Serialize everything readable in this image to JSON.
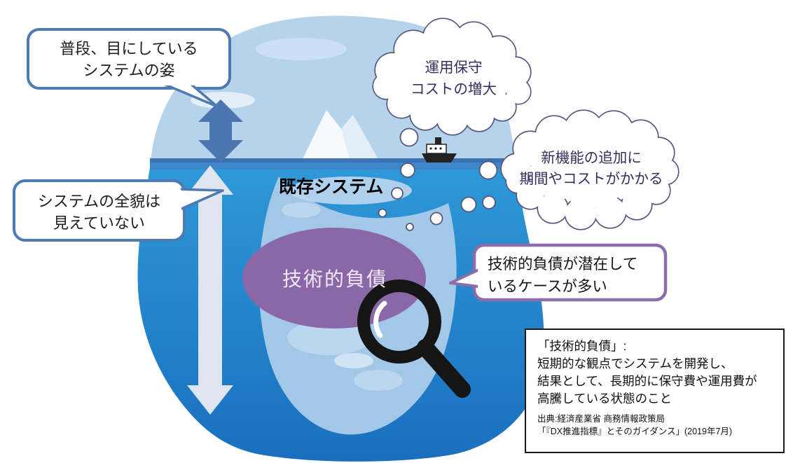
{
  "labels": {
    "usual_view": "普段、目にしている\nシステムの姿",
    "full_picture": "システムの全貌は\n見えていない",
    "cloud_maintenance": "運用保守\nコストの増大",
    "cloud_new_features": "新機能の追加に\n期間やコストがかかる",
    "existing_system": "既存システム",
    "technical_debt": "技術的負債",
    "latent_debt": "技術的負債が潜在して\nいるケースが多い"
  },
  "definition_box": {
    "body": "「技術的負債」:\n短期的な観点でシステムを開発し、\n結果として、長期的に保守費や運用費が\n高騰している状態のこと",
    "source": "出典:経済産業省 商務情報政策局\n 「『DX推進指標』とそのガイダンス」(2019年7月)"
  },
  "colors": {
    "sky": "#b5d4ec",
    "sky_patch": "#cbe0f4",
    "water_top": "#2e99d8",
    "water_bottom": "#1a6fbe",
    "waterline": "#2b66ac",
    "waterline_band": "#3f86c8",
    "iceberg_underwater": "#a3c7e7",
    "iceberg_tip": "#f6fafd",
    "arrow_dark": "#4b76b2",
    "arrow_light": "#dee4f0",
    "bubble_border_blue": "#4e7ab4",
    "bubble_border_purple": "#8d6cac",
    "debt_ellipse": "#8a68a8",
    "cloud_outline": "#56567e",
    "magnifier": "#151515"
  }
}
